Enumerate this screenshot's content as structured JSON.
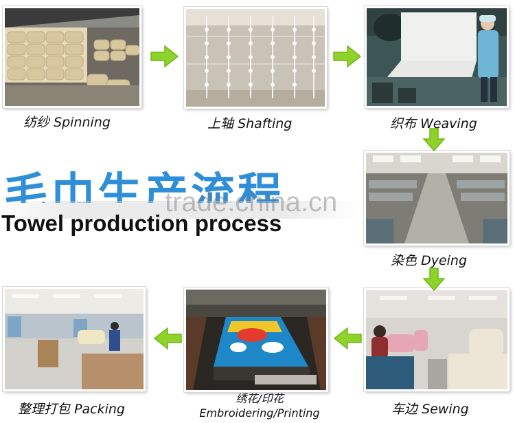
{
  "title": {
    "chinese": "毛巾生产流程",
    "english": "Towel production process"
  },
  "watermark": "trade.china.cn",
  "steps": [
    {
      "chinese": "纺纱",
      "english": "Spinning"
    },
    {
      "chinese": "上轴",
      "english": "Shafting"
    },
    {
      "chinese": "织布",
      "english": "Weaving"
    },
    {
      "chinese": "染色",
      "english": "Dyeing"
    },
    {
      "chinese": "车边",
      "english": "Sewing"
    },
    {
      "chinese": "绣花/印花",
      "english": "Embroidering/Printing"
    },
    {
      "chinese": "整理打包",
      "english": "Packing"
    }
  ],
  "colors": {
    "arrow": "#8fd32a",
    "title_chinese": "#2e8ed8",
    "title_english": "#111111"
  }
}
